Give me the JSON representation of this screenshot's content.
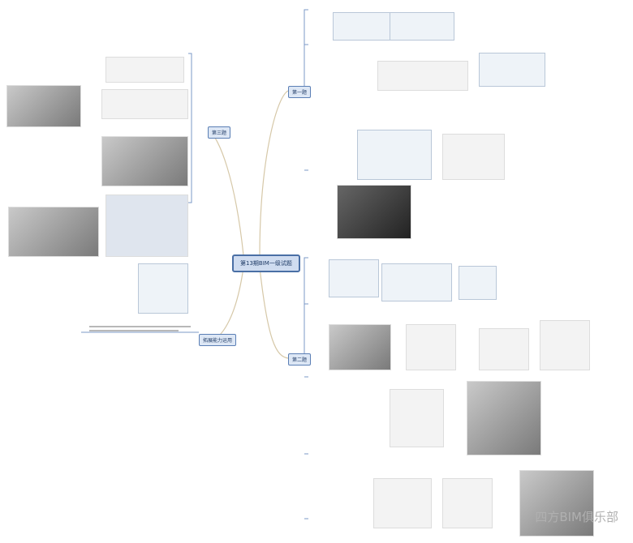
{
  "center": {
    "label": "第13期BIM一级试题"
  },
  "branches": [
    {
      "label": "第一题"
    },
    {
      "label": "第二题"
    },
    {
      "label": "第三题"
    },
    {
      "label": "拓展能力运用"
    }
  ],
  "watermark": "四方BIM俱乐部",
  "colors": {
    "connector": "#c9b99a",
    "node_border": "#5b7fb5",
    "node_fill": "#dde7f5"
  }
}
